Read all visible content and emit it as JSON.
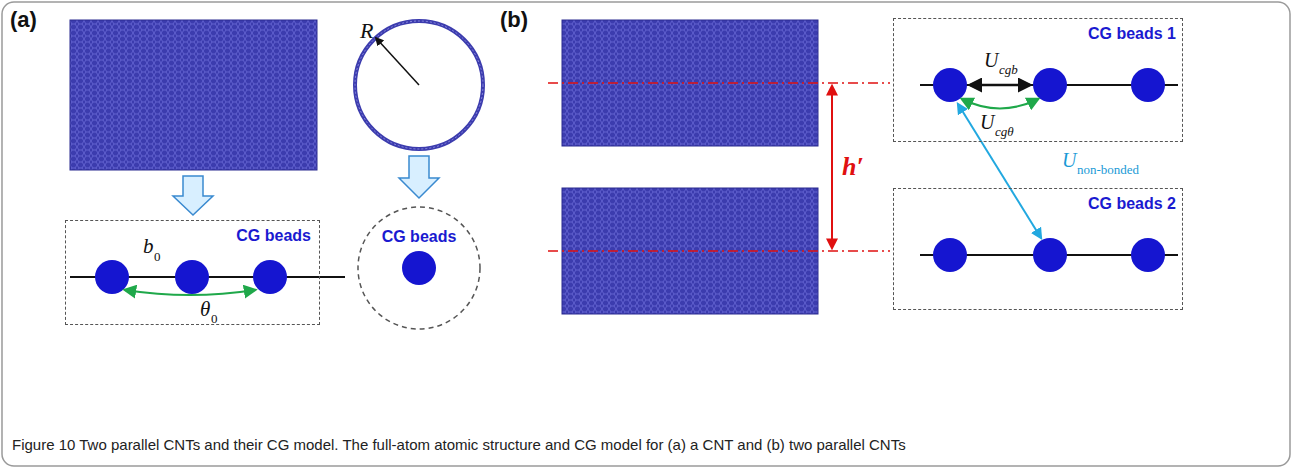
{
  "diagram": {
    "caption": "Figure 10 Two parallel CNTs and their CG model. The full-atom atomic structure and CG model for (a) a CNT and (b) two parallel CNTs",
    "nodes": [
      {
        "text": [
          "CG beads"
        ]
      },
      {
        "text": [
          "CG beads"
        ]
      },
      {
        "text": [
          "CG beads 1"
        ]
      },
      {
        "text": [
          "CG beads 2"
        ]
      }
    ],
    "labels": [
      "(a)",
      "(b)",
      "R",
      "b",
      "0",
      "θ",
      "0",
      "U",
      "cgb",
      "U",
      "cgθ",
      "U",
      "non-bonded",
      "h′"
    ]
  }
}
